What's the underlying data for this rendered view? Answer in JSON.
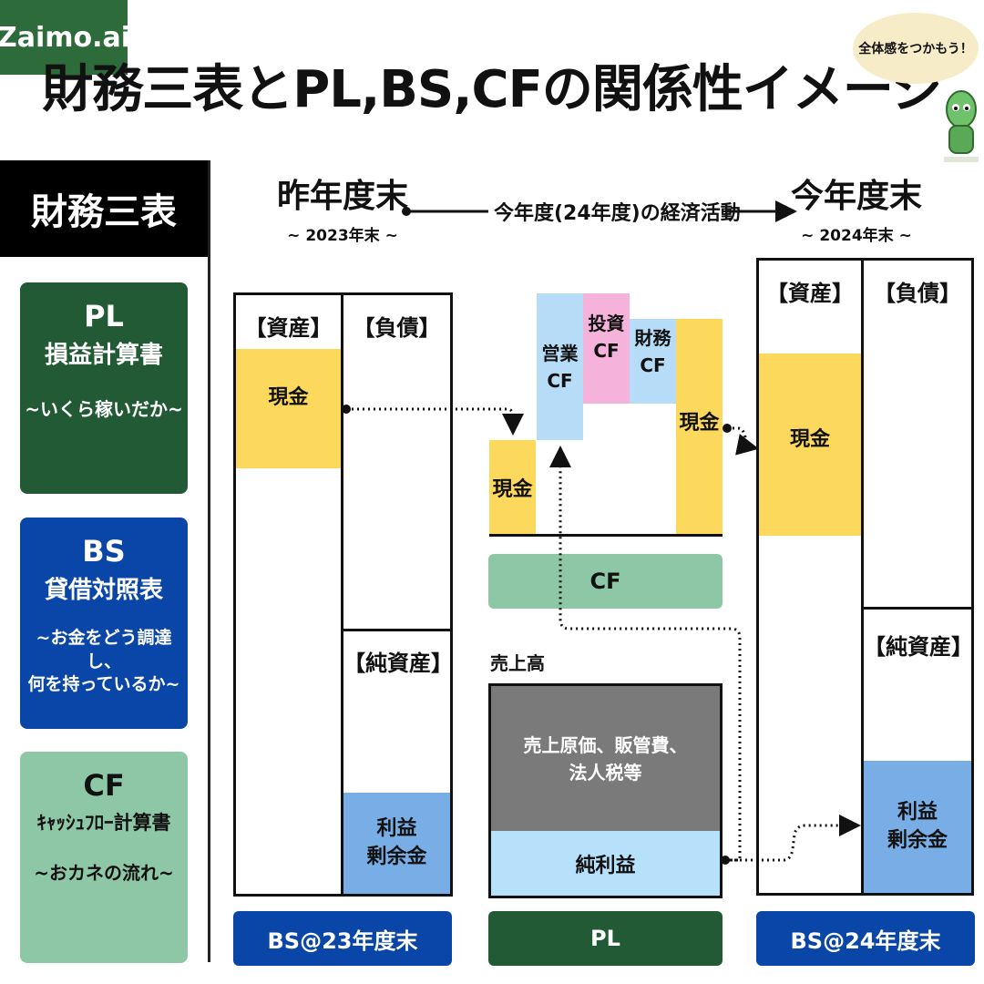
{
  "brand": "Zaimo.ai",
  "title": "財務三表とPL,BS,CFの関係性イメージ",
  "bubble": "全体感をつかもう！",
  "sidebar": {
    "heading": "財務三表",
    "cards": [
      {
        "abbr": "PL",
        "name": "損益計算書",
        "desc": "~いくら稼いだか~"
      },
      {
        "abbr": "BS",
        "name": "貸借対照表",
        "desc_line1": "~お金をどう調達し、",
        "desc_line2": "何を持っているか~"
      },
      {
        "abbr": "CF",
        "name": "ｷｬｯｼｭﾌﾛｰ計算書",
        "desc": "~おカネの流れ~"
      }
    ]
  },
  "timeline": {
    "start_title": "昨年度末",
    "start_sub": "~ 2023年末 ~",
    "activity": "今年度(24年度)の経済活動",
    "end_title": "今年度末",
    "end_sub": "~ 2024年末 ~"
  },
  "bs_prev": {
    "assets_head": "【資産】",
    "liabilities_head": "【負債】",
    "cash": "現金",
    "equity_head": "【純資産】",
    "retained_line1": "利益",
    "retained_line2": "剰余金",
    "footer": "BS@23年度末"
  },
  "cf": {
    "start_cash": "現金",
    "operating_line1": "営業",
    "operating_line2": "CF",
    "investing_line1": "投資",
    "investing_line2": "CF",
    "financing_line1": "財務",
    "financing_line2": "CF",
    "end_cash": "現金",
    "footer": "CF"
  },
  "pl": {
    "revenue_label": "売上高",
    "costs_line1": "売上原価、販管費、",
    "costs_line2": "法人税等",
    "net_income": "純利益",
    "footer": "PL"
  },
  "bs_curr": {
    "assets_head": "【資産】",
    "liabilities_head": "【負債】",
    "cash": "現金",
    "equity_head": "【純資産】",
    "retained_line1": "利益",
    "retained_line2": "剰余金",
    "footer": "BS@24年度末"
  },
  "colors": {
    "brand_green": "#2e6b3a",
    "pl_green": "#235a36",
    "bs_blue": "#0a45a8",
    "cf_green": "#8ec7a5",
    "cash_yellow": "#fcd85c",
    "profit_blue": "#78ade5",
    "operating_cf": "#b6dcf7",
    "investing_cf": "#f5b3dc",
    "financing_cf": "#b6dcf7",
    "cost_gray": "#7a7a7a",
    "net_income": "#b7e1fb"
  }
}
